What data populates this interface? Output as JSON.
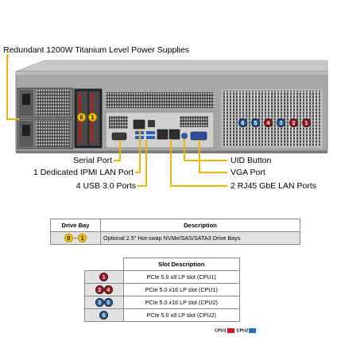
{
  "callouts": {
    "power_supplies": "Redundant 1200W Titanium Level Power Supplies",
    "serial_port": "Serial Port",
    "ipmi_lan_port": "1 Dedicated IPMI LAN Port",
    "usb_ports": "4 USB 3.0 Ports",
    "uid_button": "UID Button",
    "vga_port": "VGA Port",
    "rj45_ports": "2 RJ45 GbE LAN Ports"
  },
  "rear_bays": {
    "bay_a": "0",
    "bay_b": "1"
  },
  "pcie_slot_badges": [
    {
      "num": "6",
      "color": "blue"
    },
    {
      "num": "5",
      "color": "blue"
    },
    {
      "num": "4",
      "color": "red"
    },
    {
      "num": "3",
      "color": "blue"
    },
    {
      "num": "2",
      "color": "red"
    },
    {
      "num": "1",
      "color": "red"
    }
  ],
  "drive_bay_table": {
    "headers": [
      "Drive Bay",
      "Description"
    ],
    "row": {
      "from": "0",
      "sep": "–",
      "to": "1",
      "description": "Optional 2.5\" Hot-swap NVMe/SAS/SATA3 Drive Bays"
    }
  },
  "slot_table": {
    "header": "Slot Description",
    "rows": [
      {
        "badges": [
          {
            "num": "1",
            "color": "red"
          }
        ],
        "description": "PCIe 5.0 x8 LP slot (CPU1)"
      },
      {
        "badges": [
          {
            "num": "2",
            "color": "red"
          },
          {
            "num": "4",
            "color": "red"
          }
        ],
        "description": "PCIe 5.0 x16 LP slot (CPU1)"
      },
      {
        "badges": [
          {
            "num": "3",
            "color": "blue"
          },
          {
            "num": "5",
            "color": "blue"
          }
        ],
        "description": "PCIe 5.0 x16 LP slot (CPU2)"
      },
      {
        "badges": [
          {
            "num": "6",
            "color": "blue"
          }
        ],
        "description": "PCIe 5.0 x8 LP slot (CPU2)"
      }
    ]
  },
  "legend": {
    "cpu1": "CPU1",
    "cpu2": "CPU2",
    "cpu1_color": "#e0141e",
    "cpu2_color": "#1f6fc8"
  },
  "colors": {
    "leader": "#f2b600",
    "chassis": "#9c9c9c"
  }
}
